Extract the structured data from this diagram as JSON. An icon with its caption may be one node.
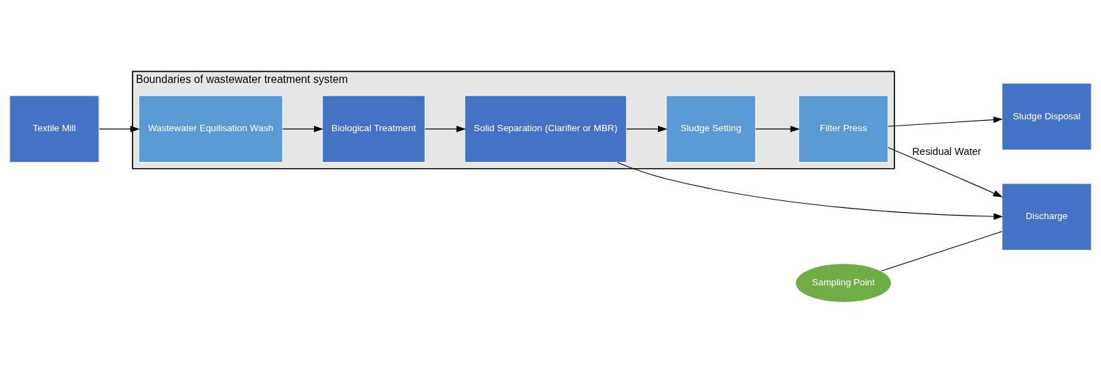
{
  "diagram": {
    "nodes": [
      {
        "text": [
          "Textile Mill"
        ]
      },
      {
        "text": [
          "Boundaries of wastewater treatment system"
        ]
      },
      {
        "text": [
          "Wastewater Equilisation Wash"
        ],
        "in": 1
      },
      {
        "text": [
          "Biological Treatment"
        ],
        "in": 1
      },
      {
        "text": [
          "Solid Separation (Clarifier or MBR)"
        ],
        "in": 1
      },
      {
        "text": [
          "Sludge Setting"
        ],
        "in": 1
      },
      {
        "text": [
          "Filter Press"
        ],
        "in": 1
      },
      {
        "text": [
          "Sludge Disposal"
        ]
      },
      {
        "text": [
          "Discharge"
        ]
      },
      {
        "text": [
          "Sampling Point"
        ]
      }
    ],
    "edges": [
      {
        "from": 0,
        "to": 2,
        "arrow": "to"
      },
      {
        "from": 2,
        "to": 3,
        "arrow": "to"
      },
      {
        "from": 3,
        "to": 4,
        "arrow": "to"
      },
      {
        "from": 4,
        "to": 5,
        "arrow": "to"
      },
      {
        "from": 5,
        "to": 6,
        "arrow": "to"
      },
      {
        "from": 6,
        "to": 7,
        "arrow": "to"
      },
      {
        "from": 4,
        "to": 8,
        "arrow": "to"
      },
      {
        "from": 6,
        "to": 8,
        "arrow": "to",
        "label": "Residual Water"
      },
      {
        "from": 9,
        "to": 8,
        "arrow": "none"
      }
    ]
  }
}
